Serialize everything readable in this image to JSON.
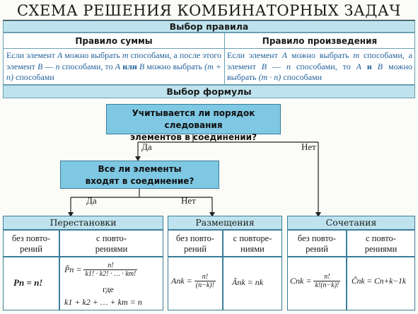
{
  "title": "СХЕМА РЕШЕНИЯ КОМБИНАТОРНЫХ ЗАДАЧ",
  "rule_choice": "Выбор правила",
  "sum_rule": {
    "header": "Правило суммы",
    "text_1": "Если элемент ",
    "A": "A",
    "text_2": " можно выбрать ",
    "m": "m",
    "text_3": " способами, а после этого элемент ",
    "B": "B",
    "text_4": " — ",
    "n": "n",
    "text_5": " способами, то ",
    "A2": "A",
    "or": " или ",
    "B2": "B",
    "text_6": " можно выбрать ",
    "expr": "(m + n)",
    "text_7": " способами"
  },
  "product_rule": {
    "header": "Правило произведения",
    "text_1": "Если элемент ",
    "A": "A",
    "text_2": " можно выбрать ",
    "m": "m",
    "text_3": " способами, а элемент ",
    "B": "B",
    "text_4": " — ",
    "n": "n",
    "text_5": " способами, то ",
    "A2": "A",
    "and": " и ",
    "B2": "B",
    "text_6": " можно выбрать ",
    "expr": "(m · n)",
    "text_7": " способами"
  },
  "formula_choice": "Выбор формулы",
  "question1": {
    "line1": "Учитывается ли порядок следования",
    "line2": "элементов в соединении?"
  },
  "question2": {
    "line1": "Все ли элементы",
    "line2": "входят в соединение?"
  },
  "labels": {
    "yes1": "Да",
    "no1": "Нет",
    "yes2": "Да",
    "no2": "Нет"
  },
  "permutations": {
    "header": "Перестановки",
    "col1": {
      "line1": "без повто-",
      "line2": "рений"
    },
    "col2": {
      "line1": "с повто-",
      "line2": "рениями"
    },
    "f1": "Pn = n!",
    "f2_lhs": "P̃n =",
    "f2_num": "n!",
    "f2_den": "k1! · k2! · … · km!",
    "f2_where": "где",
    "f2_cond": "k1 + k2 + … + km = n"
  },
  "arrangements": {
    "header": "Размещения",
    "col1": {
      "line1": "без повто-",
      "line2": "рений"
    },
    "col2": {
      "line1": "с повторе-",
      "line2": "ниями"
    },
    "f1_lhs": "Ank =",
    "f1_num": "n!",
    "f1_den": "(n−k)!",
    "f2": "Ãnk = nk"
  },
  "combinations": {
    "header": "Сочетания",
    "col1": {
      "line1": "без повто-",
      "line2": "рений"
    },
    "col2": {
      "line1": "с повто-",
      "line2": "рениями"
    },
    "f1_lhs": "Cnk =",
    "f1_num": "n!",
    "f1_den": "k!(n−k)!",
    "f2": "C̃nk = Cn+k−1k"
  }
}
